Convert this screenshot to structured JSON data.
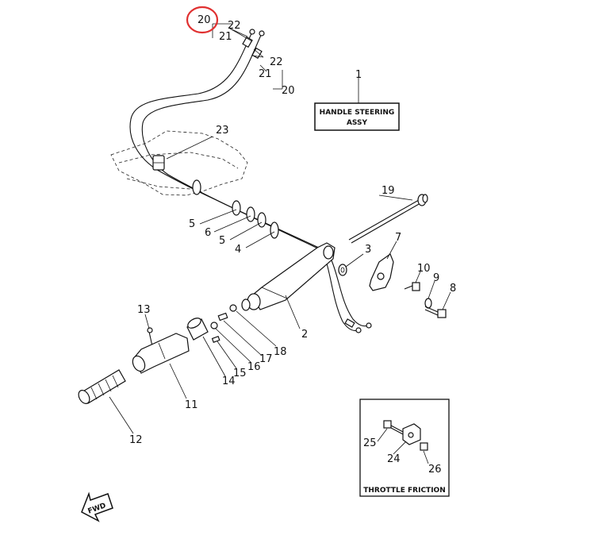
{
  "title_box": {
    "line1": "HANDLE STEERING",
    "line2": "ASSY"
  },
  "inset_box": {
    "label": "THROTTLE FRICTION"
  },
  "fwd_arrow": {
    "label": "FWD"
  },
  "highlight_color": "#e03030",
  "callouts": {
    "p1": "1",
    "p2": "2",
    "p3": "3",
    "p4": "4",
    "p5a": "5",
    "p5b": "5",
    "p6": "6",
    "p7": "7",
    "p8": "8",
    "p9": "9",
    "p10": "10",
    "p11": "11",
    "p12": "12",
    "p13": "13",
    "p14": "14",
    "p15": "15",
    "p16": "16",
    "p17": "17",
    "p18": "18",
    "p19": "19",
    "p20a": "20",
    "p20b": "20",
    "p21a": "21",
    "p21b": "21",
    "p22a": "22",
    "p22b": "22",
    "p23": "23",
    "p24": "24",
    "p25": "25",
    "p26": "26"
  }
}
